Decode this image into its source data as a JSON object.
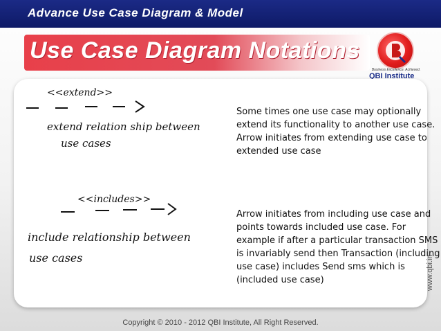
{
  "header": {
    "title": "Advance Use Case Diagram & Model"
  },
  "banner": {
    "title": "Use Case Diagram Notations"
  },
  "logo": {
    "tagline": "Business Excellence. Achieved.",
    "name": "QBI Institute"
  },
  "diagram": {
    "extend_label": "<<extend>>",
    "extend_caption_1": "extend relation ship between",
    "extend_caption_2": "use cases",
    "include_label": "<<includes>>",
    "include_caption_1": "include relationship between",
    "include_caption_2": "use cases"
  },
  "content": {
    "para_extend": "Some times one use case may optionally extend its functionality to another use case. Arrow initiates from extending use case to extended use case",
    "para_include": "Arrow initiates from including use case and points towards  included use case. For example if after a particular transaction SMS is invariably send then Transaction (including use case) includes Send sms which is (included use case)"
  },
  "side_url": "www.qbi.in",
  "footer": {
    "copyright": "Copyright © 2010 - 2012 QBI Institute,  All Right Reserved."
  },
  "colors": {
    "header_bg": "#14227a",
    "banner_red": "#e8404a",
    "logo_blue": "#1c2f8a"
  }
}
